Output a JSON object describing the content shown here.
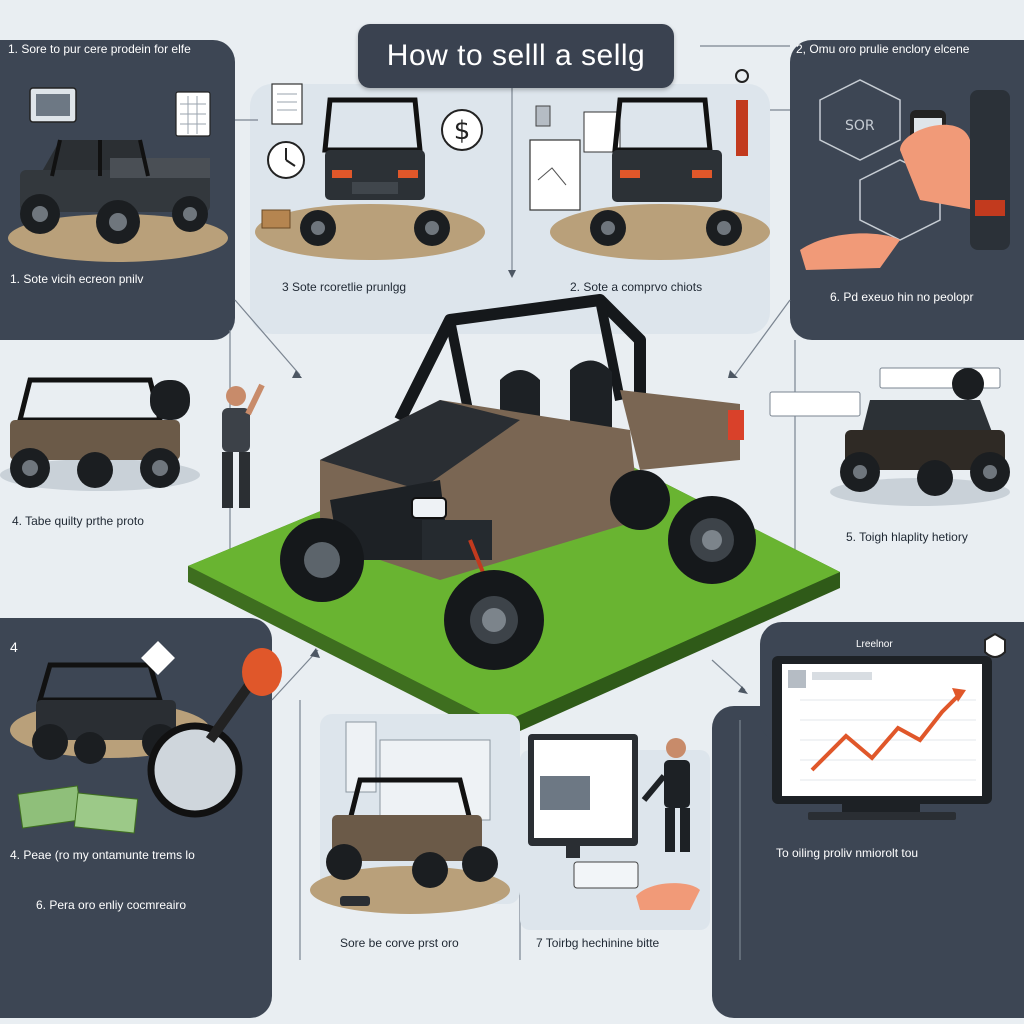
{
  "title": "How to selll a sellg",
  "sections": {
    "s1": {
      "label": "1. Sore to pur cere prodein for elfe",
      "note": "",
      "anchor": "top-left"
    },
    "s2": {
      "label": "2, Omu oro prulie enclory elcene",
      "note": "",
      "anchor": "top-right"
    },
    "s3": {
      "label": "1. Sote vicih ecreon pnilv",
      "note": "",
      "anchor": "left"
    },
    "s4": {
      "label": "3 Sote rcoretlie prunlgg",
      "note": "",
      "anchor": "center-left"
    },
    "s5": {
      "label": "2. Sote a comprvo chiots",
      "note": "",
      "anchor": "center-right"
    },
    "s6": {
      "label": "6. Pd exeuo hin no peolopr",
      "note": "",
      "anchor": "right"
    },
    "s7": {
      "label": "4. Tabe quilty prthe proto",
      "note": "",
      "anchor": "left"
    },
    "s8": {
      "label": "5. Toigh hlaplity hetiory",
      "note": "",
      "anchor": "right"
    },
    "s9": {
      "label": "4. Peae (ro my ontamunte trems lo",
      "note": "",
      "anchor": "bottom-left"
    },
    "s10": {
      "label": "6. Pera oro enliy cocmreairo",
      "note": "",
      "anchor": "bottom-left"
    },
    "s11": {
      "label": "Sore be corve prst oro",
      "note": "",
      "anchor": "bottom-center"
    },
    "s12": {
      "label": "7 Toirbg hechinine bitte",
      "note": "",
      "anchor": "bottom-center"
    },
    "s13": {
      "label": "To oiling proliv nmiorolt tou",
      "note": "",
      "anchor": "bottom-right"
    },
    "s14": {
      "label": "4",
      "note": "",
      "anchor": "bottom-left"
    },
    "s15": {
      "label": "Lreelnor",
      "note": "",
      "anchor": "bottom-right"
    }
  },
  "colors": {
    "dark_panel": "#3d4654",
    "light_panel": "#dde5ec",
    "vehicle_body": "#6b5a48",
    "vehicle_frame": "#1e2226",
    "grass": "#5aa02c",
    "ground": "#b9a07a",
    "accent": "#e0572a",
    "chart_line": "#e0572a"
  },
  "icons": [
    "dollar-icon",
    "clock-icon",
    "document-icon",
    "calendar-icon",
    "shield-icon",
    "tag-icon",
    "magnifier-icon",
    "money-icon",
    "phone-icon",
    "monitor-icon",
    "keyboard-icon"
  ]
}
